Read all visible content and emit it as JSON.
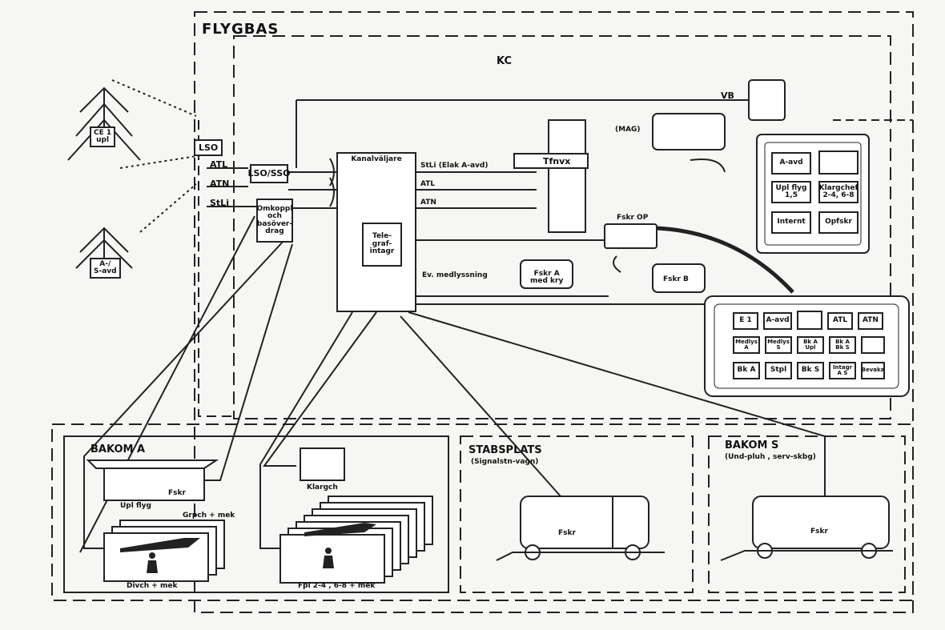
{
  "title": "FLYGBAS",
  "kc_label": "KC",
  "antenna": {
    "top_label": "CE 1\nupl",
    "bottom_label": "A-/\nS-avd",
    "lso": "LSO",
    "lines": [
      "ATL",
      "ATN",
      "StLi"
    ]
  },
  "center": {
    "lso_sso": "LSO/SSO",
    "omkoppl": "Omkoppl\noch\nbasöver-\ndrag",
    "kanalvaljare": "Kanalväljare",
    "telegraf": "Tele-\ngraf-\nintagr",
    "stli_line": "StLi  (Elak A-avd)",
    "atl_line": "ATL",
    "atn_line": "ATN",
    "tfnvx": "Tfnvx",
    "vb": "VB",
    "mag": "(MAG)",
    "fskr_op": "Fskr  OP",
    "fskr_a": "Fskr A\nmed kry",
    "fskr_b": "Fskr B",
    "ev_medlyssning": "Ev. medlyssning"
  },
  "panel_top": {
    "buttons": [
      "A-avd",
      "",
      "Upl flyg\n1,5",
      "Klargchef\n2-4, 6-8",
      "Internt",
      "Opfskr"
    ]
  },
  "panel_bottom": {
    "row1": [
      "E 1",
      "A-avd",
      "",
      "ATL",
      "ATN"
    ],
    "row2": [
      "Medlys\nA",
      "Medlys\nS",
      "Bk A\nUpl",
      "Bk A\nBk S",
      ""
    ],
    "row3": [
      "Bk A",
      "Stpl",
      "Bk S",
      "Intagr\nA S",
      "Bevaka"
    ]
  },
  "bakom_a": {
    "title": "BAKOM  A",
    "upl_flyg": "Upl flyg",
    "fskr": "Fskr",
    "klargch": "Klargch",
    "grpch": "Grpch + mek",
    "divch": "Divch + mek",
    "fpl": "Fpl 2-4 , 6-8 + mek"
  },
  "stabsplats": {
    "title": "STABSPLATS",
    "subtitle": "(Signalstn-vagn)",
    "fskr": "Fskr"
  },
  "bakom_s": {
    "title": "BAKOM  S",
    "subtitle": "(Und-pluh , serv-skbg)",
    "fskr": "Fskr"
  }
}
